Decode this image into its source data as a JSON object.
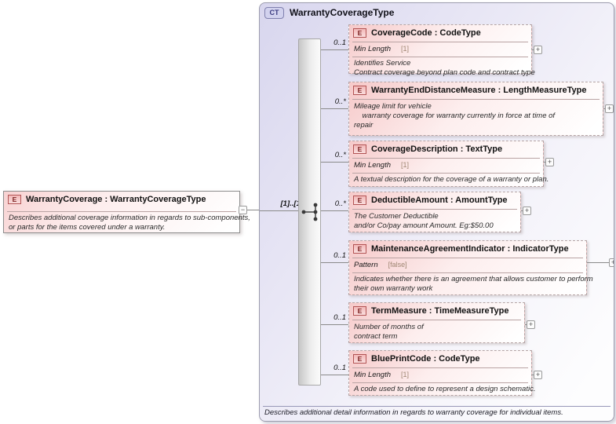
{
  "colors": {
    "connector": "#8a8a8a",
    "container_border": "#9c9cae",
    "container_fill": "#d8d6ee",
    "element_fill": "#f6c9c9",
    "element_dashed_border": "#b5a5a5",
    "badge_e_border": "#b25454",
    "badge_e_text": "#7a1f1f",
    "badge_ct_text": "#3b3b80",
    "facet_value": "#9f8672"
  },
  "diagram": {
    "root_element": {
      "badge": "E",
      "title": "WarrantyCoverage : WarrantyCoverageType",
      "annotation": "Describes additional coverage information in regards to sub-components,\nor parts for the items covered under a warranty."
    },
    "connector": {
      "collapse_symbol": "−",
      "occurrence_label": "[1]..[1]",
      "compositor": "sequence"
    },
    "complex_type": {
      "badge": "CT",
      "title": "WarrantyCoverageType",
      "expand_symbol": "+",
      "footer_annotation": "Describes additional detail information in regards to warranty coverage for individual items.",
      "children": [
        {
          "badge": "E",
          "name": "CoverageCode",
          "title": "CoverageCode : CodeType",
          "cardinality": "0..1",
          "facets": [
            {
              "name": "Min Length",
              "value": "[1]"
            }
          ],
          "annotation": "Identifies Service\nContract coverage beyond plan code and contract type"
        },
        {
          "badge": "E",
          "name": "WarrantyEndDistanceMeasure",
          "title": "WarrantyEndDistanceMeasure : LengthMeasureType",
          "cardinality": "0..*",
          "facets": [],
          "annotation": "Mileage limit for vehicle\n    warranty coverage for warranty currently in force at time of\nrepair"
        },
        {
          "badge": "E",
          "name": "CoverageDescription",
          "title": "CoverageDescription : TextType",
          "cardinality": "0..*",
          "facets": [
            {
              "name": "Min Length",
              "value": "[1]"
            }
          ],
          "annotation": "A textual description for the coverage of a warranty or plan."
        },
        {
          "badge": "E",
          "name": "DeductibleAmount",
          "title": "DeductibleAmount : AmountType",
          "cardinality": "0..*",
          "facets": [],
          "annotation": "The Customer Deductible\nand/or Co/pay amount Amount. Eg:$50.00"
        },
        {
          "badge": "E",
          "name": "MaintenanceAgreementIndicator",
          "title": "MaintenanceAgreementIndicator : IndicatorType",
          "cardinality": "0..1",
          "facets": [
            {
              "name": "Pattern",
              "value": "[false]"
            }
          ],
          "annotation": "Indicates whether there is an agreement that allows customer to perform\ntheir own warranty work"
        },
        {
          "badge": "E",
          "name": "TermMeasure",
          "title": "TermMeasure : TimeMeasureType",
          "cardinality": "0..1",
          "facets": [],
          "annotation": "Number of months of\ncontract term"
        },
        {
          "badge": "E",
          "name": "BluePrintCode",
          "title": "BluePrintCode : CodeType",
          "cardinality": "0..1",
          "facets": [
            {
              "name": "Min Length",
              "value": "[1]"
            }
          ],
          "annotation": "A code used to define to represent a design schematic."
        }
      ]
    }
  }
}
